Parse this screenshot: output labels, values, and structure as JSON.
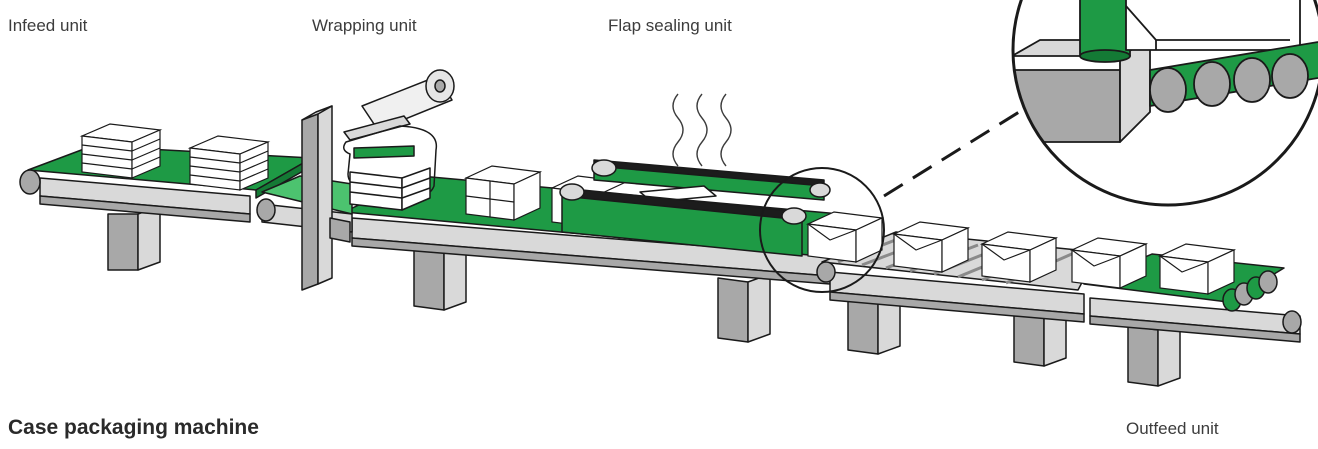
{
  "labels": {
    "infeed": "Infeed unit",
    "wrapping": "Wrapping unit",
    "flap_sealing": "Flap sealing unit",
    "outfeed": "Outfeed unit"
  },
  "title": "Case packaging machine",
  "colors": {
    "belt": "#1e9a45",
    "belt_light": "#4cc36f",
    "frame_top": "#d9d9d9",
    "frame_side": "#a8a8a8",
    "frame_dark": "#8a8a8a",
    "stroke": "#1a1a1a",
    "box": "#ffffff",
    "seal_band": "#1c1c1c"
  }
}
